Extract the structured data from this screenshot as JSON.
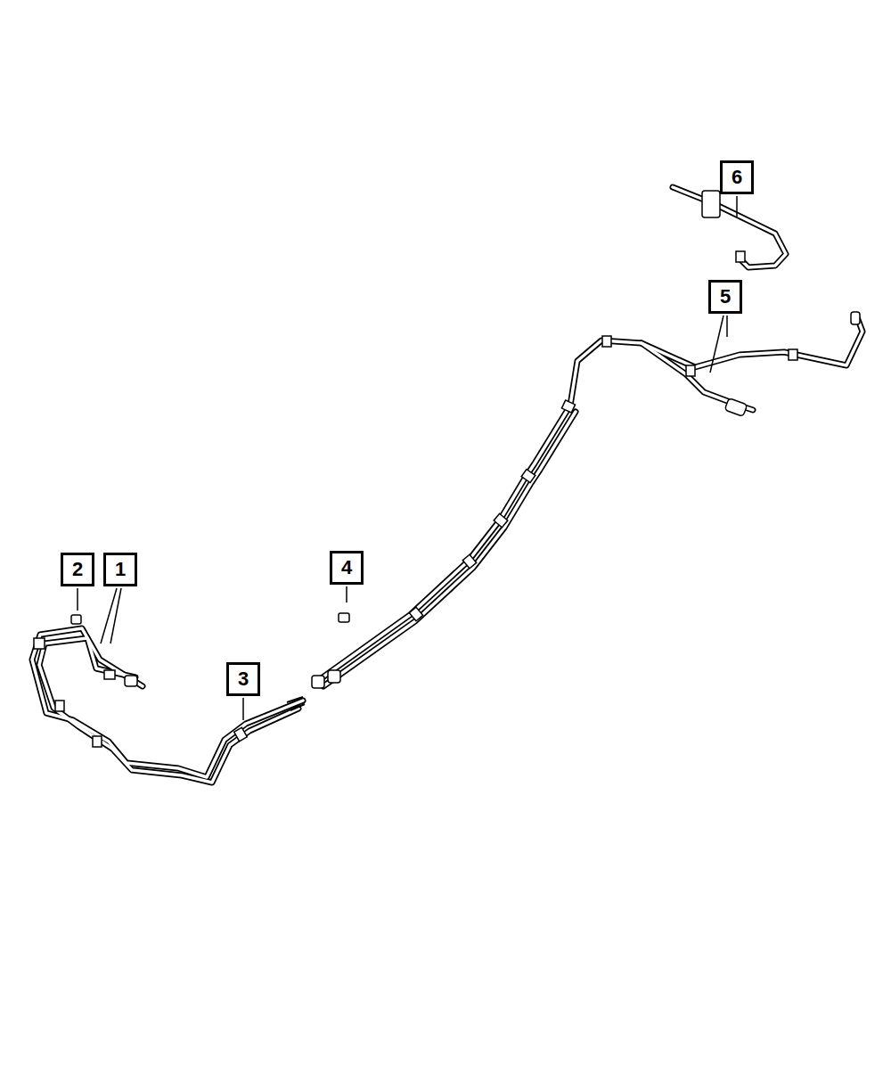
{
  "diagram": {
    "labels": [
      "6",
      "5",
      "2",
      "1",
      "4",
      "3"
    ]
  }
}
